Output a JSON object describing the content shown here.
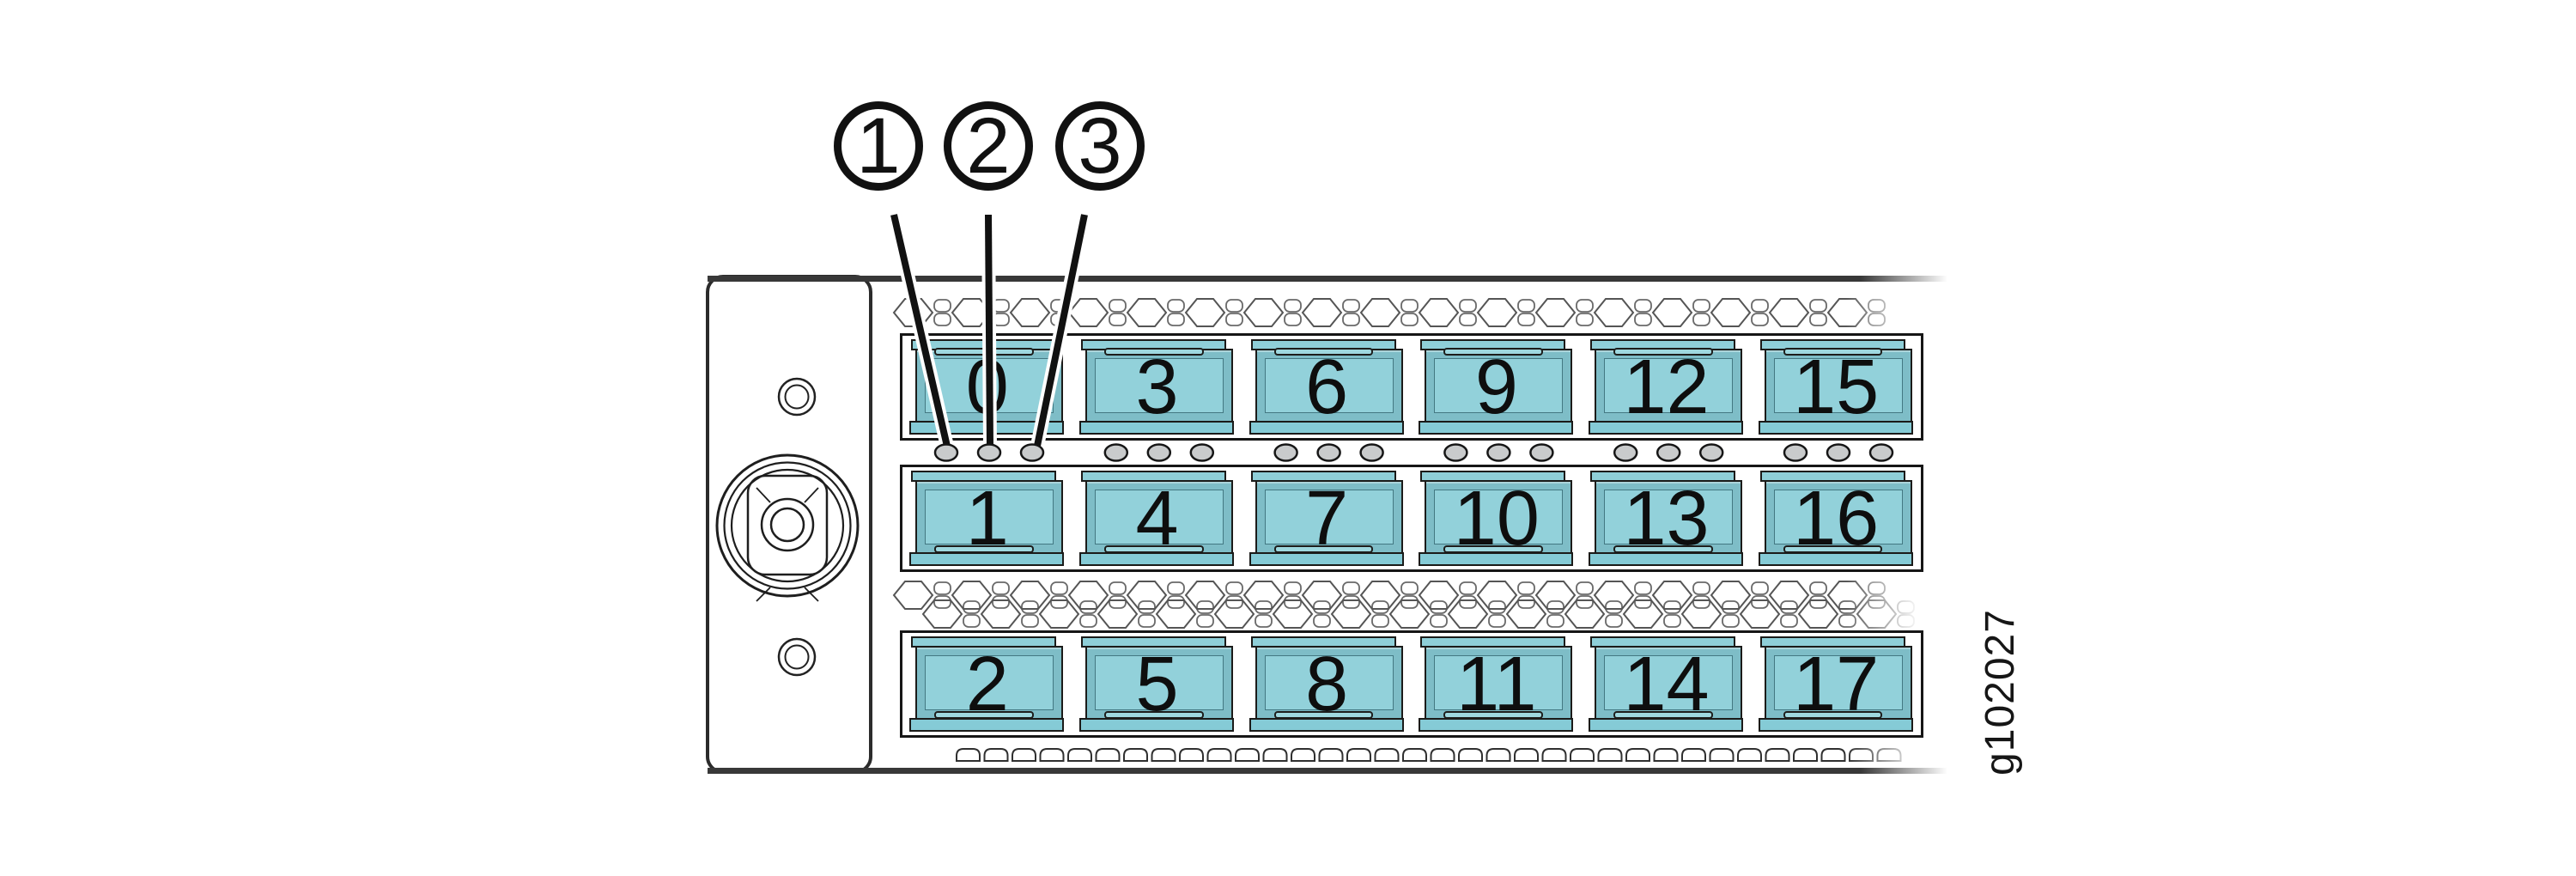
{
  "figure": {
    "callouts": [
      {
        "label": "1"
      },
      {
        "label": "2"
      },
      {
        "label": "3"
      }
    ],
    "port_rows": [
      {
        "ports": [
          "0",
          "3",
          "6",
          "9",
          "12",
          "15"
        ]
      },
      {
        "ports": [
          "1",
          "4",
          "7",
          "10",
          "13",
          "16"
        ]
      },
      {
        "ports": [
          "2",
          "5",
          "8",
          "11",
          "14",
          "17"
        ]
      }
    ],
    "leds_per_port": 3,
    "figure_id": "g102027",
    "colors": {
      "port_teal": "#92d1da",
      "port_teal_light": "#9fd8df",
      "port_teal_dark": "#85cbd6",
      "outline": "#1b1b19",
      "led_gray": "#c9cbcc",
      "vent_gray": "#555555",
      "panel_edge": "#383838"
    }
  }
}
